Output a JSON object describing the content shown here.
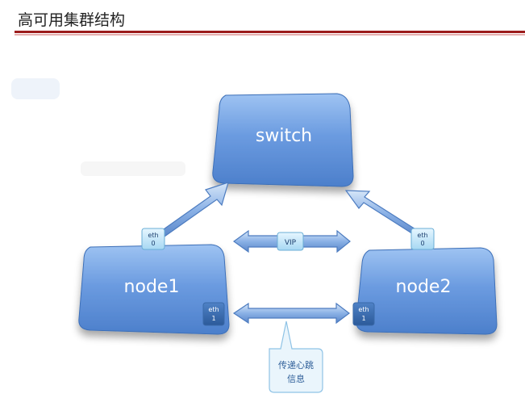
{
  "slide": {
    "title": "高可用集群结构"
  },
  "diagram": {
    "switch": {
      "label": "switch"
    },
    "node1": {
      "label": "node1"
    },
    "node2": {
      "label": "node2"
    },
    "ports": {
      "node1_eth0": {
        "name": "eth",
        "num": "0"
      },
      "node1_eth1": {
        "name": "eth",
        "num": "1"
      },
      "node2_eth0": {
        "name": "eth",
        "num": "0"
      },
      "node2_eth1": {
        "name": "eth",
        "num": "1"
      }
    },
    "vip": {
      "label": "VIP"
    },
    "heartbeat": {
      "line1": "传递心跳",
      "line2": "信息"
    }
  },
  "colors": {
    "box": "#5b8fd9",
    "box_light": "#8db6ef",
    "box_dark": "#3d6fb8",
    "arrow": "#7aa6e0",
    "port": "#b9e0f5",
    "accent_rule": "#9c1c1c"
  }
}
